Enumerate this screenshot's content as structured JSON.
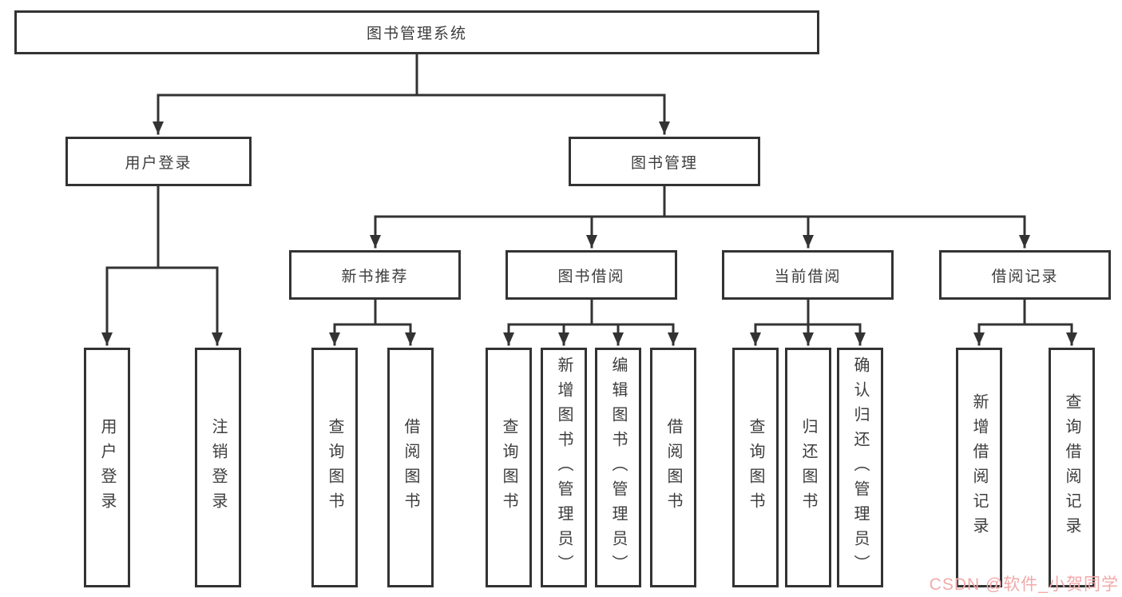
{
  "nodes": {
    "root": "图书管理系统",
    "level2": [
      "用户登录",
      "图书管理"
    ],
    "level3": [
      "新书推荐",
      "图书借阅",
      "当前借阅",
      "借阅记录"
    ],
    "leaves_user_login": [
      "用户登录",
      "注销登录"
    ],
    "leaves_new_book": [
      "查询图书",
      "借阅图书"
    ],
    "leaves_book_borrow": [
      "查询图书",
      "新增图书（管理员）",
      "编辑图书（管理员）",
      "借阅图书"
    ],
    "leaves_current_borrow": [
      "查询图书",
      "归还图书",
      "确认归还（管理员）"
    ],
    "leaves_borrow_record": [
      "新增借阅记录",
      "查询借阅记录"
    ]
  },
  "colors": {
    "line": "#333333",
    "text": "#3d3d3d",
    "watermark": "#f2a9a9"
  },
  "watermark": {
    "text": "CSDN @软件_小贺同学"
  }
}
